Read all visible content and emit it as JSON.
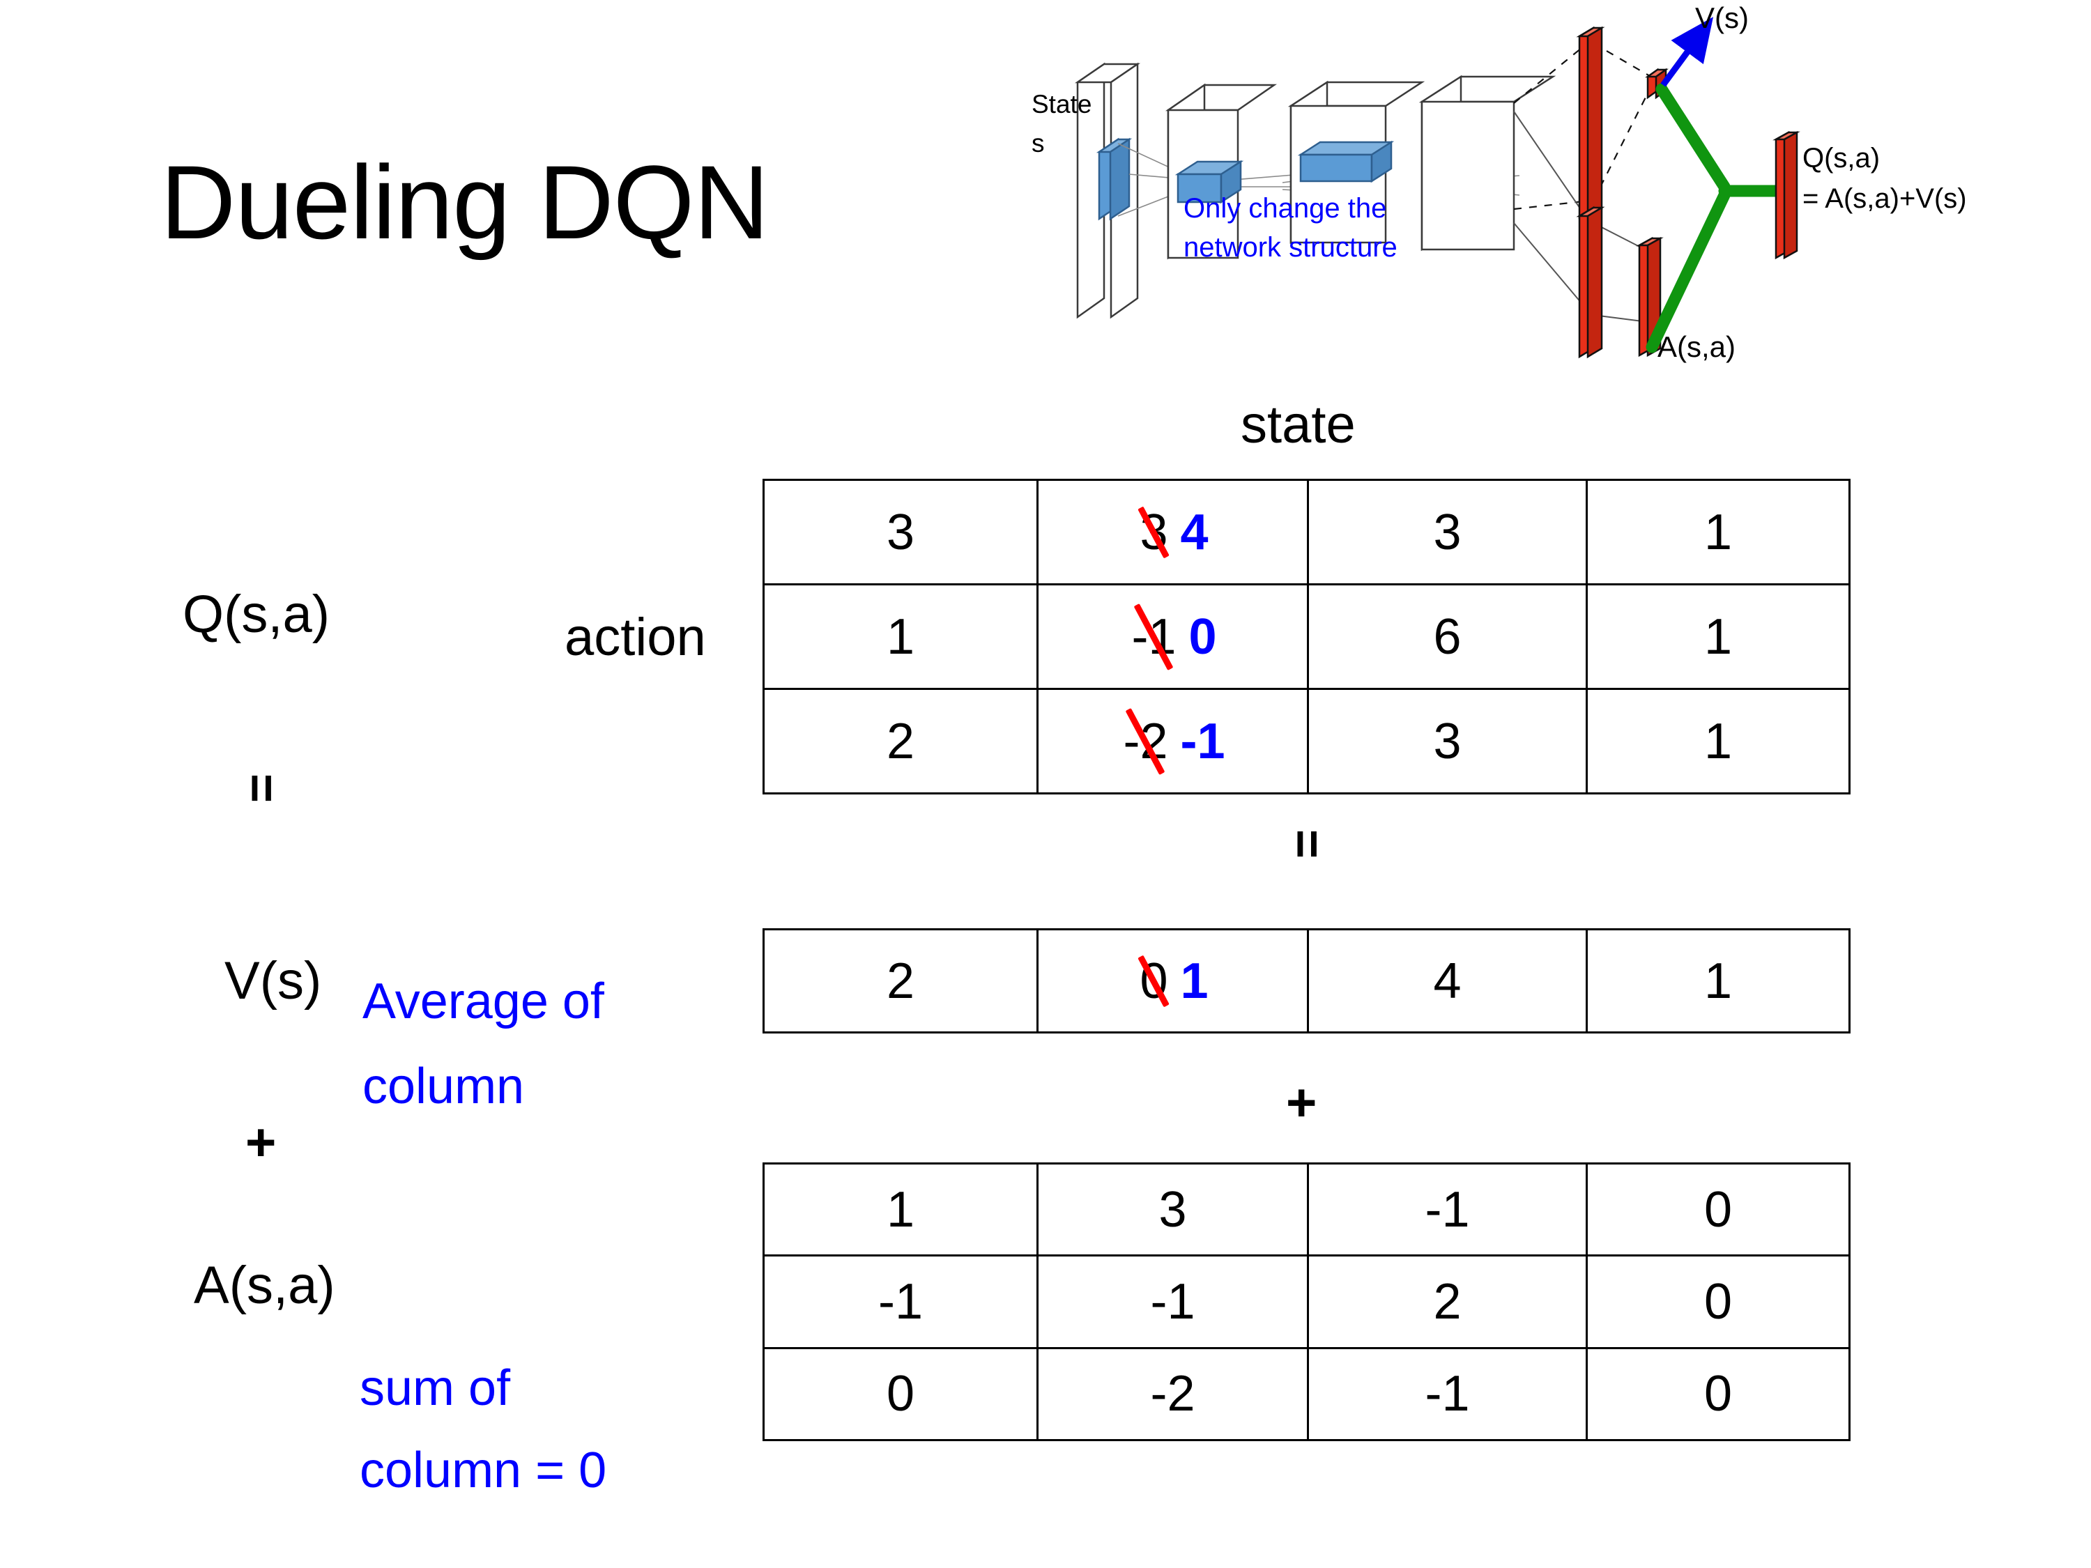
{
  "slide": {
    "title": "Dueling DQN",
    "state_header": "state",
    "action_label": "action"
  },
  "diagram": {
    "state_label_line1": "State",
    "state_label_line2": "s",
    "note_line1": "Only change the",
    "note_line2": "network structure",
    "value_label": "V(s)",
    "advantage_label": "A(s,a)",
    "q_label_line1": "Q(s,a)",
    "q_label_line2": "= A(s,a)+V(s)",
    "colors": {
      "note_blue": "#0000ff",
      "arrow_blue": "#0000ee",
      "bar_red": "#e8301a",
      "merge_green": "#109510",
      "conv_blue": "#5b9bd5",
      "outline": "#3a3a3a"
    }
  },
  "labels": {
    "q_label": "Q(s,a)",
    "v_label": "V(s)",
    "a_label": "A(s,a)",
    "equals_q_v": "=",
    "equals_mid": "=",
    "plus_left": "+",
    "plus_mid": "+",
    "avg_note_line1": "Average of",
    "avg_note_line2": "column",
    "sum_note_line1": "sum of",
    "sum_note_line2": "column = 0"
  },
  "chart_data": {
    "type": "table",
    "title": "Dueling DQN decomposition Q(s,a) = V(s) + A(s,a)",
    "column_axis": "state",
    "row_axis": "action",
    "tables": [
      {
        "name": "Q(s,a)",
        "rows": [
          [
            {
              "value": "3"
            },
            {
              "value": "3",
              "struck": true,
              "new_value": "4"
            },
            {
              "value": "3"
            },
            {
              "value": "1"
            }
          ],
          [
            {
              "value": "1"
            },
            {
              "value": "-1",
              "struck": true,
              "new_value": "0"
            },
            {
              "value": "6"
            },
            {
              "value": "1"
            }
          ],
          [
            {
              "value": "2"
            },
            {
              "value": "-2",
              "struck": true,
              "new_value": "-1"
            },
            {
              "value": "3"
            },
            {
              "value": "1"
            }
          ]
        ]
      },
      {
        "name": "V(s)",
        "rows": [
          [
            {
              "value": "2"
            },
            {
              "value": "0",
              "struck": true,
              "new_value": "1"
            },
            {
              "value": "4"
            },
            {
              "value": "1"
            }
          ]
        ]
      },
      {
        "name": "A(s,a)",
        "rows": [
          [
            {
              "value": "1"
            },
            {
              "value": "3"
            },
            {
              "value": "-1"
            },
            {
              "value": "0"
            }
          ],
          [
            {
              "value": "-1"
            },
            {
              "value": "-1"
            },
            {
              "value": "2"
            },
            {
              "value": "0"
            }
          ],
          [
            {
              "value": "0"
            },
            {
              "value": "-2"
            },
            {
              "value": "-1"
            },
            {
              "value": "0"
            }
          ]
        ]
      }
    ],
    "annotations": [
      "Average of column",
      "sum of column = 0"
    ]
  },
  "colors": {
    "accent_blue": "#0000ff",
    "strike_red": "#ff0000",
    "text_black": "#000000",
    "background": "#ffffff"
  }
}
